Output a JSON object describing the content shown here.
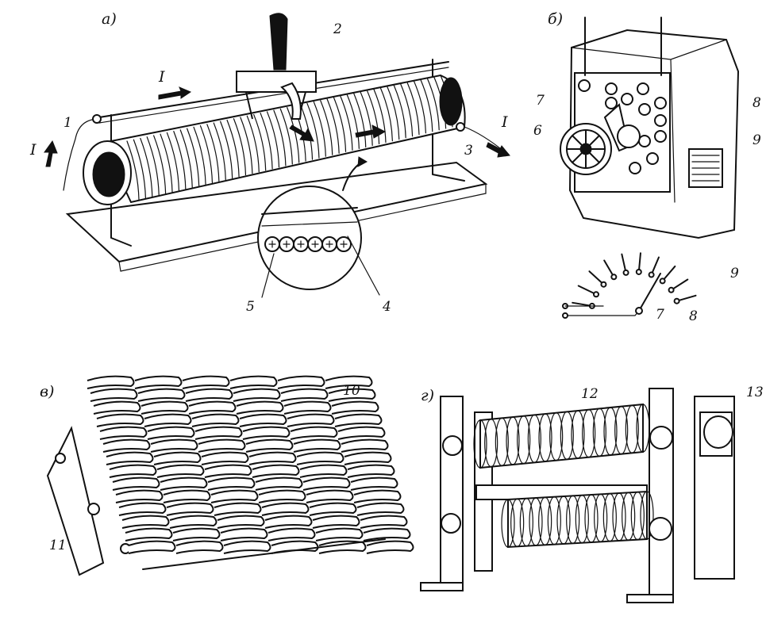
{
  "panels": {
    "a": {
      "label": "а)"
    },
    "b": {
      "label": "б)"
    },
    "v": {
      "label": "в)"
    },
    "g": {
      "label": "г)"
    }
  },
  "callouts": {
    "c1": "1",
    "c2": "2",
    "c3": "3",
    "c4": "4",
    "c5": "5",
    "c6": "6",
    "c7": "7",
    "c8": "8",
    "c9": "9",
    "c7b": "7",
    "c8b": "8",
    "c9b": "9",
    "c10": "10",
    "c11": "11",
    "c12": "12",
    "c13": "13"
  },
  "current_labels": {
    "i1": "I",
    "i2": "I",
    "i3": "I"
  },
  "colors": {
    "ink": "#111111",
    "paper": "#ffffff"
  }
}
